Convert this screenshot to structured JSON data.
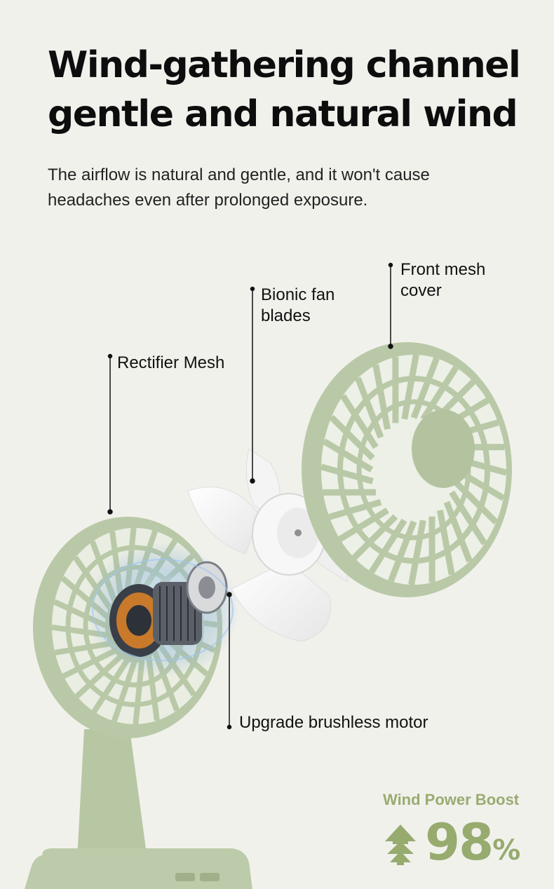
{
  "title": {
    "line1": "Wind-gathering channel",
    "line2": "gentle and natural wind"
  },
  "subtitle": {
    "line1": "The airflow is natural and gentle, and it won't cause",
    "line2": "headaches even after prolonged exposure."
  },
  "callouts": {
    "front_mesh": {
      "line1": "Front mesh",
      "line2": "cover"
    },
    "bionic_blades": {
      "line1": "Bionic fan",
      "line2": "blades"
    },
    "rectifier_mesh": {
      "line1": "Rectifier Mesh"
    },
    "motor": {
      "line1": "Upgrade brushless motor"
    }
  },
  "boost": {
    "label": "Wind Power Boost",
    "value": "98",
    "unit": "%",
    "icon": "double-up-arrow-icon"
  },
  "colors": {
    "background": "#f1f1ec",
    "fan_green": "#b9c9a7",
    "fan_green_dark": "#a3b38f",
    "accent": "#97ab6f"
  }
}
